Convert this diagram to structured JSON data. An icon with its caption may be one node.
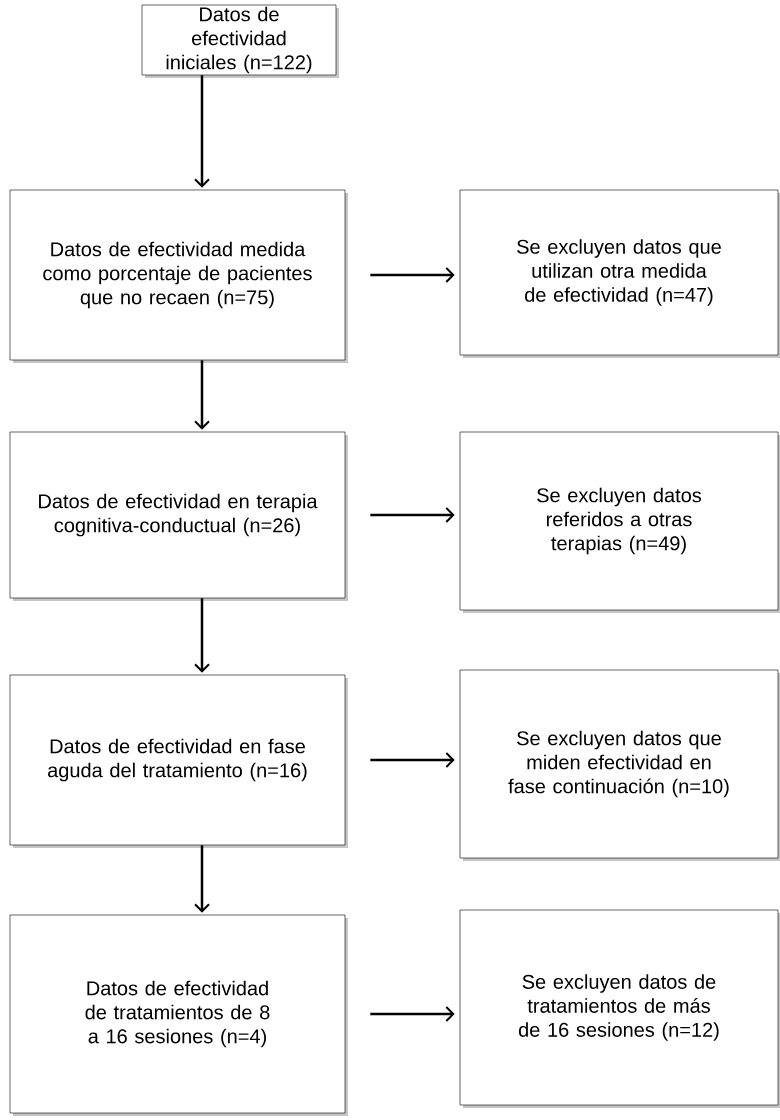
{
  "diagram": {
    "nodes": [
      {
        "text": [
          "Datos de efectividad iniciales (n=122)"
        ]
      },
      {
        "text": [
          "Datos de efectividad medida como porcentaje de pacientes que no recaen (n=75)"
        ]
      },
      {
        "text": [
          "Se excluyen datos que utilizan otra medida de efectividad (n=47)"
        ]
      },
      {
        "text": [
          "Datos de efectividad en terapia cognitiva-conductual (n=26)"
        ]
      },
      {
        "text": [
          "Se excluyen datos referidos a otras terapias (n=49)"
        ]
      },
      {
        "text": [
          "Datos de efectividad en fase aguda del tratamiento (n=16)"
        ]
      },
      {
        "text": [
          "Se excluyen datos que miden efectividad en fase continuación (n=10)"
        ]
      },
      {
        "text": [
          "Datos de efectividad de tratamientos de 8 a 16 sesiones (n=4)"
        ]
      },
      {
        "text": [
          "Se excluyen datos de tratamientos de más de 16 sesiones (n=12)"
        ]
      }
    ],
    "edges": [
      {
        "from": 0,
        "to": 1,
        "arrow": "to"
      },
      {
        "from": 1,
        "to": 2,
        "arrow": "to"
      },
      {
        "from": 1,
        "to": 3,
        "arrow": "to"
      },
      {
        "from": 3,
        "to": 4,
        "arrow": "to"
      },
      {
        "from": 3,
        "to": 5,
        "arrow": "to"
      },
      {
        "from": 5,
        "to": 6,
        "arrow": "to"
      },
      {
        "from": 5,
        "to": 7,
        "arrow": "to"
      },
      {
        "from": 7,
        "to": 8,
        "arrow": "to"
      }
    ]
  }
}
